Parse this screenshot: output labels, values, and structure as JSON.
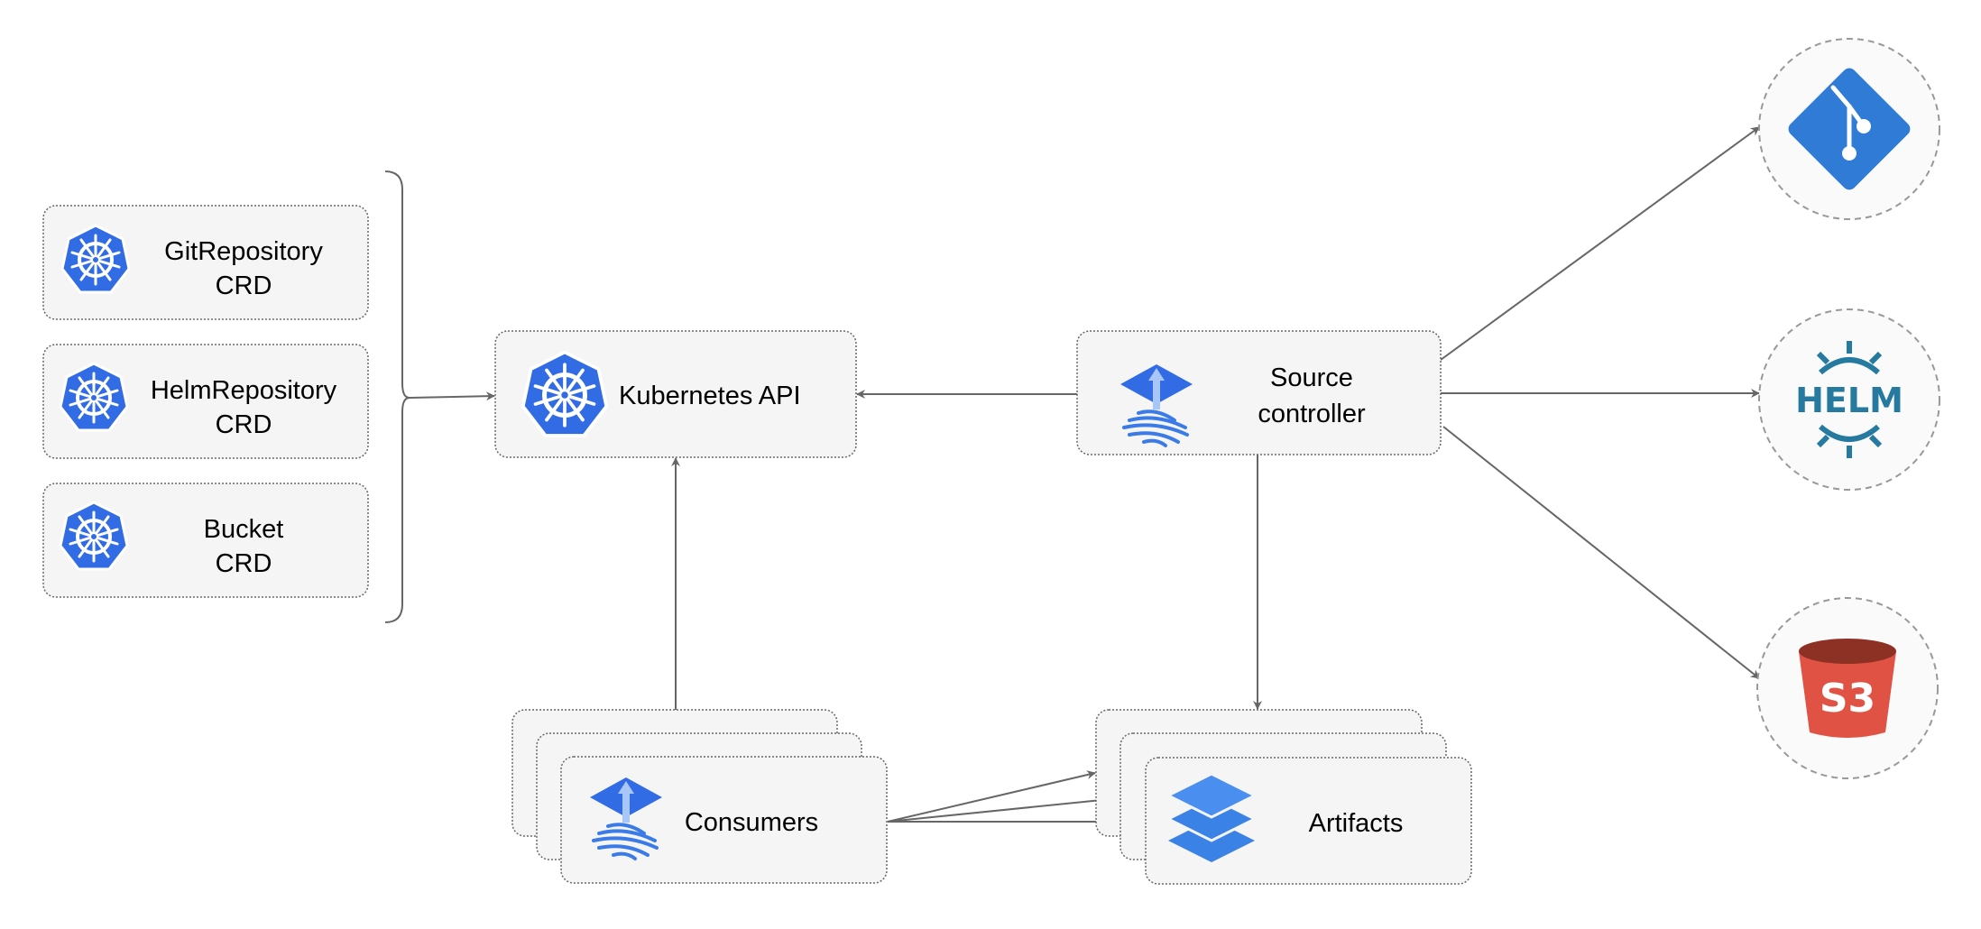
{
  "nodes": {
    "git_crd": {
      "line1": "GitRepository",
      "line2": "CRD",
      "icon": "kubernetes-icon"
    },
    "helm_crd": {
      "line1": "HelmRepository",
      "line2": "CRD",
      "icon": "kubernetes-icon"
    },
    "bucket_crd": {
      "line1": "Bucket",
      "line2": "CRD",
      "icon": "kubernetes-icon"
    },
    "k8s_api": {
      "label": "Kubernetes API",
      "icon": "kubernetes-icon"
    },
    "source_controller": {
      "line1": "Source",
      "line2": "controller",
      "icon": "flux-icon"
    },
    "consumers": {
      "label": "Consumers",
      "icon": "flux-icon"
    },
    "artifacts": {
      "label": "Artifacts",
      "icon": "layers-icon"
    },
    "git": {
      "icon": "git-icon"
    },
    "helm": {
      "label": "HELM",
      "icon": "helm-icon"
    },
    "s3": {
      "label": "S3",
      "icon": "s3-bucket-icon"
    }
  },
  "colors": {
    "k8s_blue": "#326ce5",
    "git_blue": "#2f7bd6",
    "helm_teal": "#277a9f",
    "s3_red": "#e05243",
    "s3_dark": "#8c3123",
    "box_fill": "#f5f5f5",
    "edge": "#666666"
  }
}
